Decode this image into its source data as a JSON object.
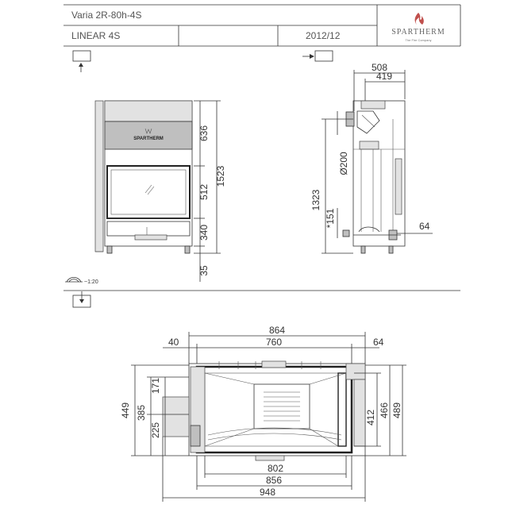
{
  "header": {
    "model": "Varia 2R-80h-4S",
    "variant": "LINEAR 4S",
    "date": "2012/12",
    "brand": "SPARTHERM",
    "brand_tagline": "The Fire Company"
  },
  "front_view": {
    "badge": "SPARTHERM",
    "dims": {
      "top": "636",
      "glass": "512",
      "bottom": "340",
      "foot": "35",
      "total": "1523"
    }
  },
  "side_view": {
    "dims": {
      "depth_total": "508",
      "depth_inner": "419",
      "flue": "Ø200",
      "height": "1323",
      "inlet": "*151",
      "offset": "64"
    }
  },
  "scale_label": "~1:20",
  "plan_view": {
    "dims": {
      "width_outer": "864",
      "width_inner": "760",
      "left_offset": "40",
      "right_offset": "64",
      "h449": "449",
      "h385": "385",
      "h171": "171",
      "h225": "225",
      "h412": "412",
      "h466": "466",
      "h489": "489",
      "w802": "802",
      "w856": "856",
      "w948": "948"
    }
  }
}
